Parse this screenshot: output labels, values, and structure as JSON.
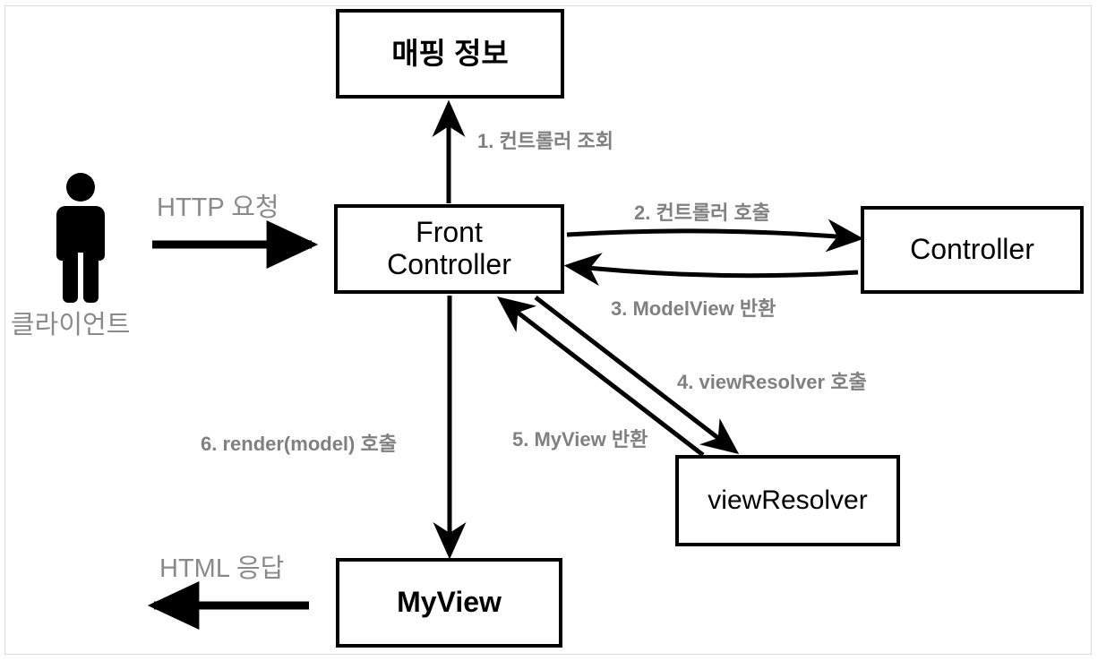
{
  "diagram": {
    "title": "Spring MVC Front Controller flow",
    "accent_color": "#000000",
    "label_color": "#808080",
    "frame_color": "#dcdcdc",
    "nodes": [
      {
        "id": "mapping",
        "label": "매핑 정보"
      },
      {
        "id": "front",
        "label": "Front\nController"
      },
      {
        "id": "controller",
        "label": "Controller"
      },
      {
        "id": "viewresolver",
        "label": "viewResolver"
      },
      {
        "id": "myview",
        "label": "MyView"
      }
    ],
    "actor": {
      "icon": "person-icon",
      "label": "클라이언트"
    },
    "io_labels": [
      {
        "id": "http-request",
        "label": "HTTP 요청"
      },
      {
        "id": "html-response",
        "label": "HTML 응답"
      }
    ],
    "edges": [
      {
        "id": "edge-1",
        "label": "1. 컨트롤러 조회",
        "from": "front",
        "to": "mapping"
      },
      {
        "id": "edge-2",
        "label": "2. 컨트롤러 호출",
        "from": "front",
        "to": "controller"
      },
      {
        "id": "edge-3",
        "label": "3. ModelView 반환",
        "from": "controller",
        "to": "front"
      },
      {
        "id": "edge-4",
        "label": "4. viewResolver 호출",
        "from": "front",
        "to": "viewresolver"
      },
      {
        "id": "edge-5",
        "label": "5. MyView 반환",
        "from": "viewresolver",
        "to": "front"
      },
      {
        "id": "edge-6",
        "label": "6. render(model) 호출",
        "from": "front",
        "to": "myview"
      }
    ]
  }
}
